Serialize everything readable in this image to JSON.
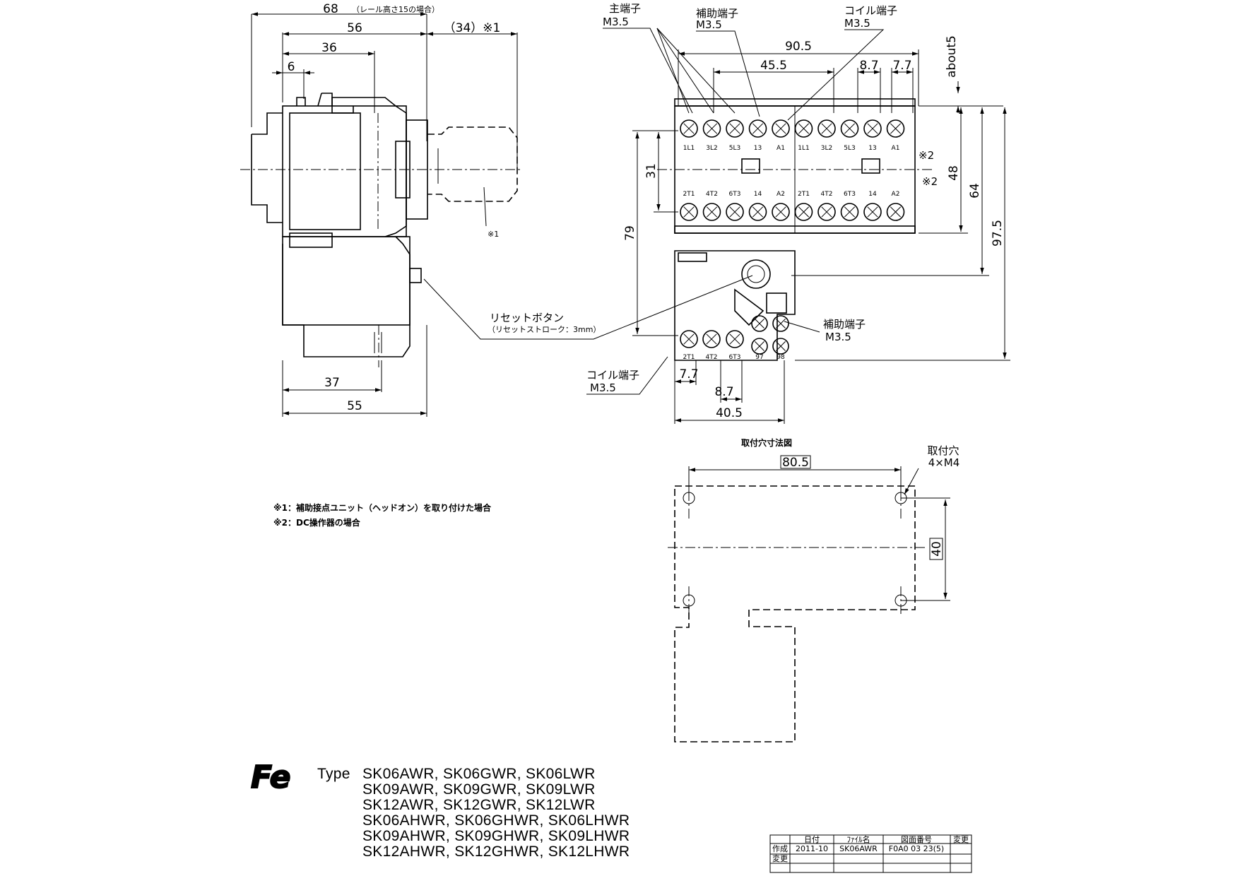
{
  "side_view": {
    "dims": {
      "d68": "68",
      "d68_note": "（レール高さ15の場合）",
      "d56": "56",
      "d36": "36",
      "d6": "6",
      "d34": "（34）※1",
      "d37": "37",
      "d55": "55"
    },
    "note_mark": "※1"
  },
  "front_view": {
    "labels": {
      "main_terminal": "主端子",
      "main_terminal_size": "M3.5",
      "aux_terminal": "補助端子",
      "aux_terminal_size": "M3.5",
      "coil_terminal": "コイル端子",
      "coil_terminal_size": "M3.5",
      "aux_terminal_2": "補助端子",
      "aux_terminal_2_size": "M3.5",
      "coil_terminal_2": "コイル端子",
      "coil_terminal_2_size": "M3.5",
      "reset_button": "リセットボタン",
      "reset_stroke": "（リセットストローク：3mm）",
      "about5": "about5",
      "dc_mark_1": "※2",
      "dc_mark_2": "※2"
    },
    "dims": {
      "d90_5": "90.5",
      "d45_5": "45.5",
      "d8_7": "8.7",
      "d7_7": "7.7",
      "d31": "31",
      "d79": "79",
      "d48": "48",
      "d64": "64",
      "d97_5": "97.5",
      "d7_7b": "7.7",
      "d8_7b": "8.7",
      "d40_5": "40.5"
    },
    "terminals_top": [
      "1L1",
      "3L2",
      "5L3",
      "13",
      "A1",
      "1L1",
      "3L2",
      "5L3",
      "13",
      "A1"
    ],
    "terminals_bottom": [
      "2T1",
      "4T2",
      "6T3",
      "14",
      "A2",
      "2T1",
      "4T2",
      "6T3",
      "14",
      "A2"
    ],
    "relay_terminals": [
      "2T1",
      "4T2",
      "6T3",
      "97",
      "98"
    ]
  },
  "mounting": {
    "title": "取付穴寸法図",
    "hole_label": "取付穴",
    "hole_size": "4×M4",
    "width": "80.5",
    "height": "40"
  },
  "notes": [
    "※1：補助接点ユニット（ヘッドオン）を取り付けた場合",
    "※2：DC操作器の場合"
  ],
  "logo_text": "Fe",
  "type_label": "Type",
  "models": [
    "SK06AWR, SK06GWR, SK06LWR",
    "SK09AWR, SK09GWR, SK09LWR",
    "SK12AWR, SK12GWR, SK12LWR",
    "SK06AHWR, SK06GHWR, SK06LHWR",
    "SK09AHWR, SK09GHWR, SK09LHWR",
    "SK12AHWR, SK12GHWR, SK12LHWR"
  ],
  "title_block": {
    "headers": [
      "日付",
      "ﾌｧｲﾙ名",
      "図面番号",
      "変更"
    ],
    "row1_label": "作成",
    "row1_values": [
      "2011-10",
      "SK06AWR",
      "F0A0 03 23(5)",
      ""
    ],
    "row2_label": "変更"
  }
}
